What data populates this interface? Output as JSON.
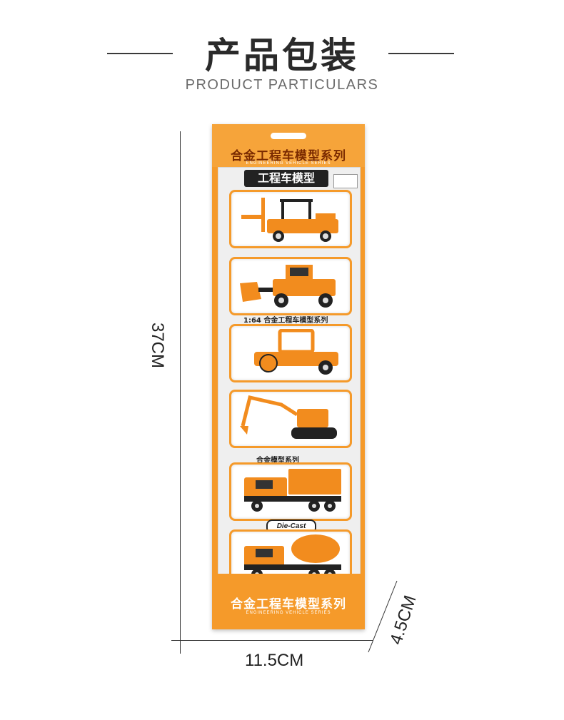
{
  "header": {
    "title": "产品包装",
    "subtitle": "PRODUCT  PARTICULARS"
  },
  "dimensions": {
    "height": "37CM",
    "width": "11.5CM",
    "depth": "4.5CM"
  },
  "package": {
    "series_cn": "合金工程车模型系列",
    "series_en": "ENGINEERING VEHICLE SERIES",
    "model_title": "工程车模型",
    "scale_label": "1:64 合金工程车模型系列",
    "mid_label": "合金模型系列",
    "badge": "Die-Cast",
    "footer_cn": "合金工程车模型系列",
    "footer_en": "ENGINEERING VEHICLE SERIES"
  },
  "vehicles": [
    {
      "name": "forklift"
    },
    {
      "name": "wheel-loader"
    },
    {
      "name": "road-roller"
    },
    {
      "name": "excavator"
    },
    {
      "name": "dump-truck"
    },
    {
      "name": "cement-mixer"
    }
  ],
  "colors": {
    "accent": "#f59a2a",
    "vehicle": "#f28c1e",
    "text_dark": "#2a2a2a"
  }
}
